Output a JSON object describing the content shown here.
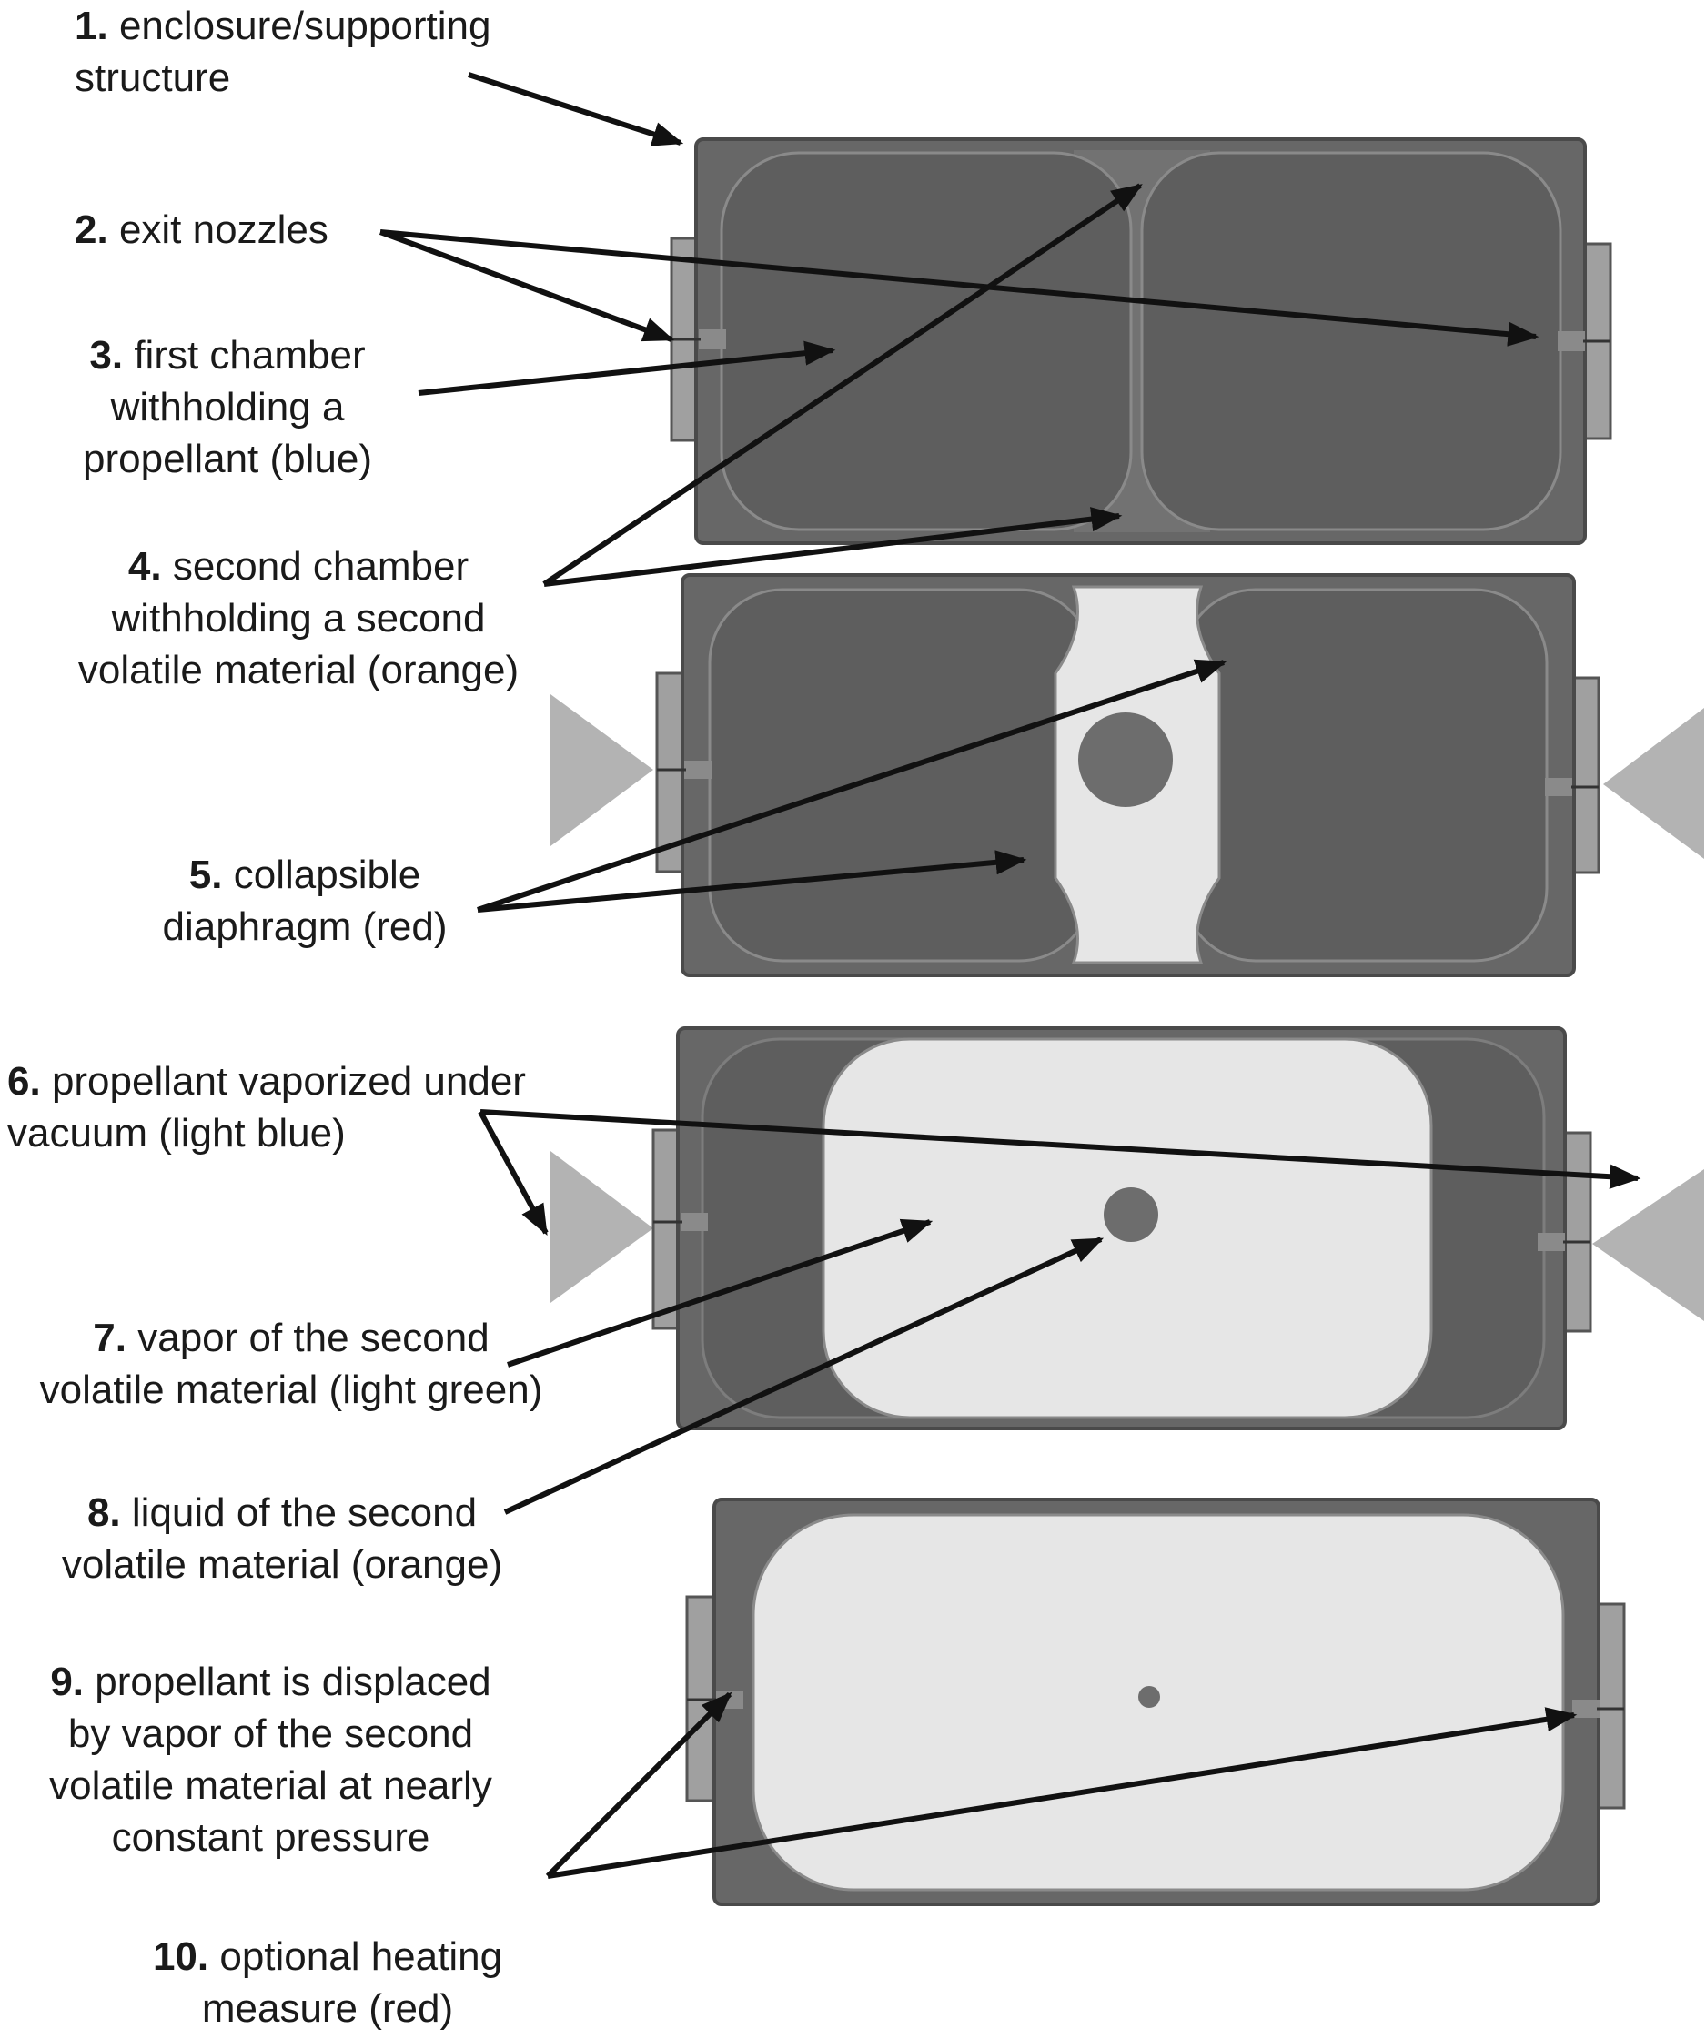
{
  "colors": {
    "enclosure": "#676767",
    "enclosure_edge": "#4a4a4a",
    "chamber_dark": "#5e5e5e",
    "vapor_light": "#e6e6e6",
    "liquid_dot": "#6d6d6d",
    "triangle": "#b3b3b3",
    "nozzle": "#9a9a9a",
    "text": "#1a1a1a",
    "arrow": "#111111"
  },
  "labels": [
    {
      "num": "1.",
      "lines": [
        "enclosure/supporting",
        "structure"
      ]
    },
    {
      "num": "2.",
      "lines": [
        "exit nozzles"
      ]
    },
    {
      "num": "3.",
      "lines": [
        "first chamber",
        "withholding a",
        "propellant (blue)"
      ]
    },
    {
      "num": "4.",
      "lines": [
        "second chamber",
        "withholding a second",
        "volatile material (orange)"
      ]
    },
    {
      "num": "5.",
      "lines": [
        "collapsible",
        "diaphragm (red)"
      ]
    },
    {
      "num": "6.",
      "lines": [
        "propellant vaporized under",
        "vacuum (light blue)"
      ]
    },
    {
      "num": "7.",
      "lines": [
        "vapor of the second",
        "volatile material (light green)"
      ]
    },
    {
      "num": "8.",
      "lines": [
        "liquid of the second",
        "volatile material (orange)"
      ]
    },
    {
      "num": "9.",
      "lines": [
        "propellant is displaced",
        "by vapor of the second",
        "volatile material at nearly",
        "constant pressure"
      ]
    },
    {
      "num": "10.",
      "lines": [
        "optional heating",
        "measure (red)"
      ]
    }
  ]
}
